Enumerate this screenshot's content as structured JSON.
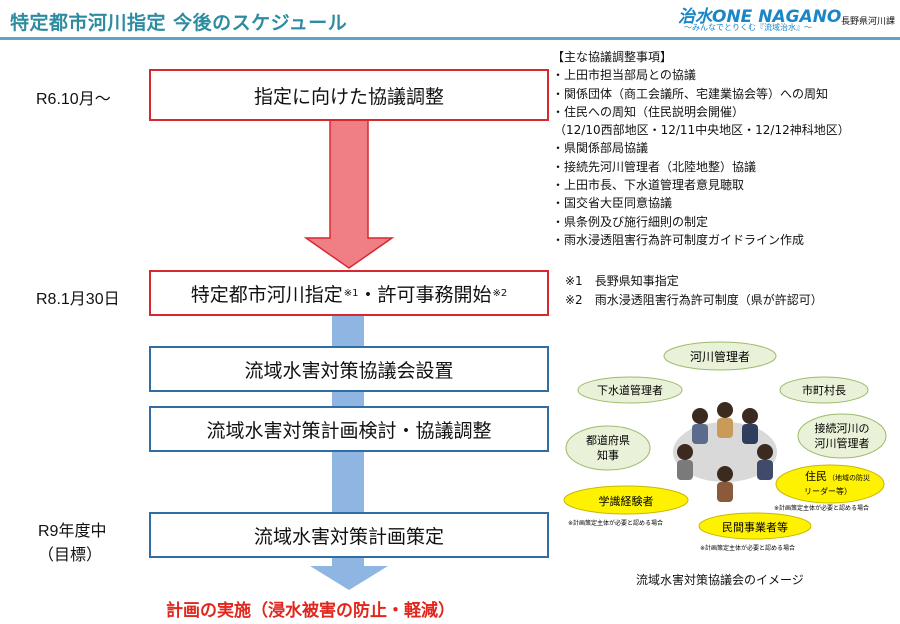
{
  "header": {
    "title": "特定都市河川指定 今後のスケジュール",
    "logo_text": "治水ONE NAGANO",
    "logo_sub": "〜みんなでとりくむ『流域治水』〜",
    "department": "長野県河川課"
  },
  "schedule": {
    "periods": [
      "R6.10月〜",
      "R8.1月30日",
      "R9年度中",
      "（目標）"
    ],
    "steps": [
      "指定に向けた協議調整",
      "特定都市河川指定",
      "流域水害対策協議会設置",
      "流域水害対策計画検討・協議調整",
      "流域水害対策計画策定"
    ],
    "step2_mark1": "※1",
    "step2_mid": "・許可事務開始",
    "step2_mark2": "※2",
    "goal": "計画の実施（浸水被害の防止・軽減）"
  },
  "notes": {
    "heading": "【主な協議調整事項】",
    "items": [
      "・上田市担当部局との協議",
      "・関係団体（商工会議所、宅建業協会等）への周知",
      "・住民への周知（住民説明会開催）",
      "（12/10西部地区・12/11中央地区・12/12神科地区）",
      "・県関係部局協議",
      "・接続先河川管理者（北陸地整）協議",
      "・上田市長、下水道管理者意見聴取",
      "・国交省大臣同意協議",
      "・県条例及び施行細則の制定",
      "・雨水浸透阻害行為許可制度ガイドライン作成"
    ],
    "footnotes": [
      "※1　長野県知事指定",
      "※2　雨水浸透阻害行為許可制度（県が許認可）"
    ]
  },
  "illustration": {
    "members": [
      "河川管理者",
      "下水道管理者",
      "市町村長",
      "都道府県",
      "知事",
      "接続河川の",
      "河川管理者",
      "住民",
      "（地域の防災",
      "リーダー等）",
      "学識経験者",
      "民間事業者等"
    ],
    "small_notes": [
      "※計画策定主体が必要と認める場合",
      "※計画策定主体が必要と認める場合",
      "※計画策定主体が必要と認める場合"
    ],
    "caption": "流域水害対策協議会のイメージ"
  },
  "colors": {
    "title": "#2e8ca0",
    "red_border": "#d7282f",
    "blue_border": "#2f6da3",
    "red_arrow": "#f07f85",
    "blue_arrow": "#8fb6e3",
    "goal": "#e0261d",
    "bubble_yellow": "#fff200"
  }
}
